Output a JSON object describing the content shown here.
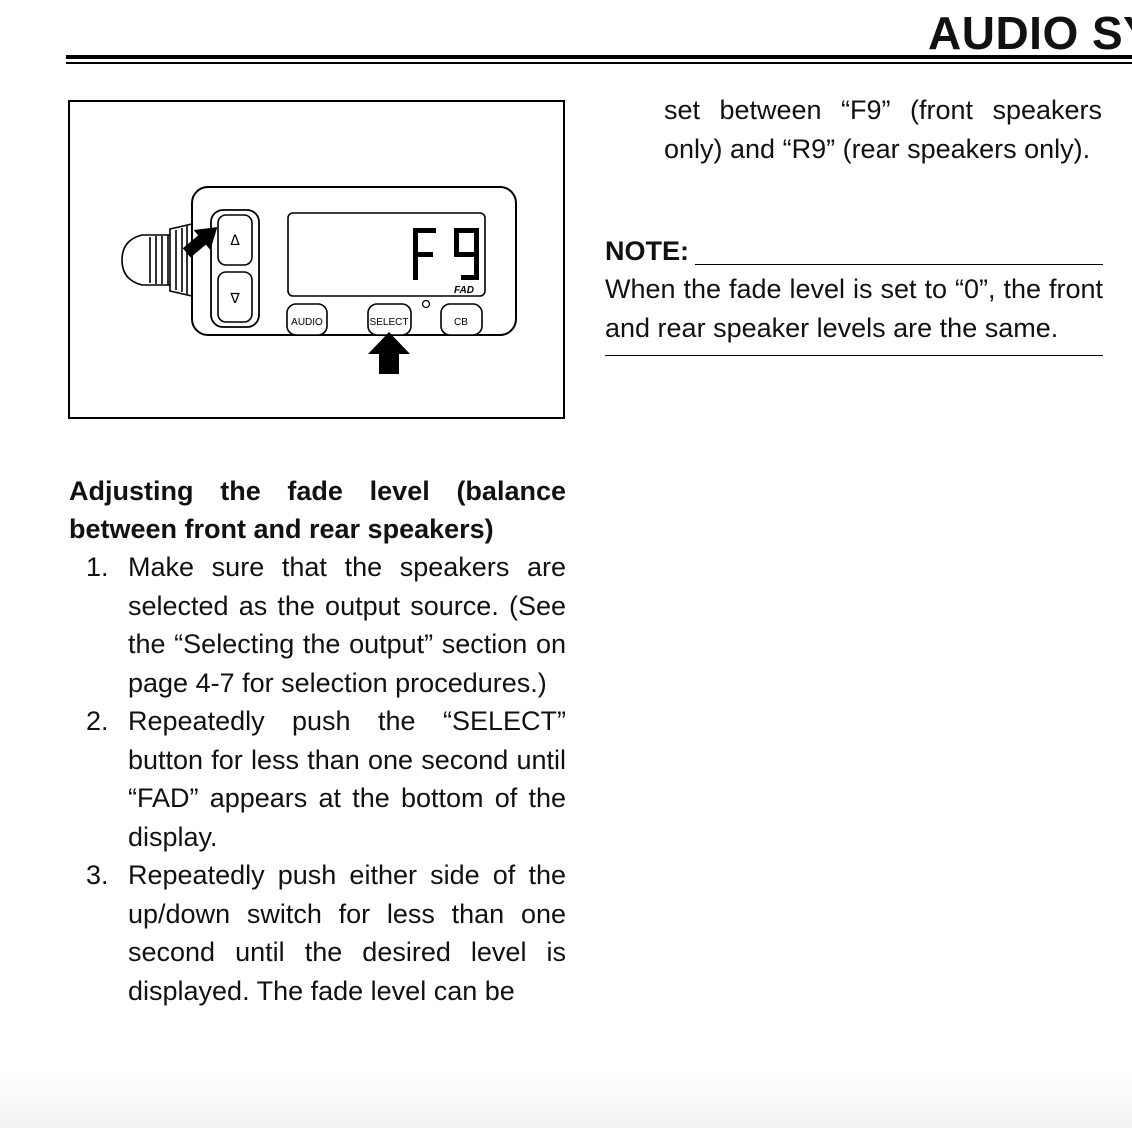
{
  "header": {
    "title": "AUDIO SY"
  },
  "figure": {
    "display_value": "F9",
    "display_indicator": "FAD",
    "up_arrow": "Δ",
    "down_arrow": "∇",
    "buttons": {
      "audio": "AUDIO",
      "select": "SELECT",
      "cb": "CB"
    }
  },
  "section": {
    "heading": "Adjusting the fade level (balance between front and rear speakers)",
    "steps": [
      {
        "num": "1.",
        "text": "Make sure that the speakers are selected as the output source. (See the “Selecting the output” section on page 4-7 for selection procedures.)"
      },
      {
        "num": "2.",
        "text": "Repeatedly push the “SELECT” button for less than one second until “FAD” appears at the bottom of the display."
      },
      {
        "num": "3.",
        "text": "Repeatedly push either side of the up/down switch for less than one second until the desired level is displayed. The fade level can be"
      }
    ]
  },
  "continued_text": "set between “F9” (front speakers only) and “R9” (rear speakers only).",
  "note": {
    "heading": "NOTE:",
    "text": "When the fade level is set to “0”, the front and rear speaker levels are the same."
  }
}
